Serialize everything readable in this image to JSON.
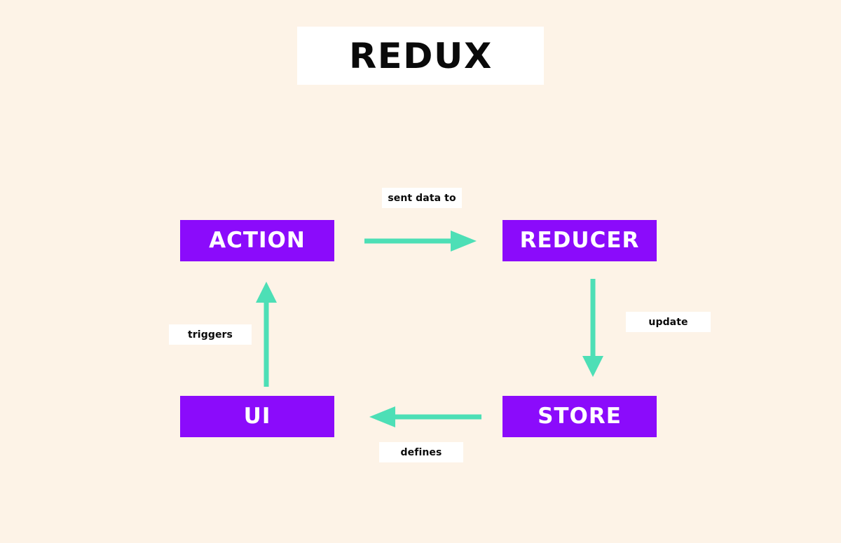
{
  "diagram": {
    "title": "REDUX",
    "background_color": "#FDF3E7",
    "node_color": "#8B0BFB",
    "node_text_color": "#FFFFFF",
    "arrow_color": "#4DDFB6",
    "label_background_color": "#FFFFFF",
    "label_text_color": "#0A0A0A",
    "nodes": [
      {
        "id": "action",
        "label": "ACTION"
      },
      {
        "id": "reducer",
        "label": "REDUCER"
      },
      {
        "id": "ui",
        "label": "UI"
      },
      {
        "id": "store",
        "label": "STORE"
      }
    ],
    "edges": [
      {
        "id": "action-to-reducer",
        "from": "action",
        "to": "reducer",
        "label": "sent data to",
        "direction": "right"
      },
      {
        "id": "reducer-to-store",
        "from": "reducer",
        "to": "store",
        "label": "update",
        "direction": "down"
      },
      {
        "id": "store-to-ui",
        "from": "store",
        "to": "ui",
        "label": "defines",
        "direction": "left"
      },
      {
        "id": "ui-to-action",
        "from": "ui",
        "to": "action",
        "label": "triggers",
        "direction": "up"
      }
    ]
  }
}
